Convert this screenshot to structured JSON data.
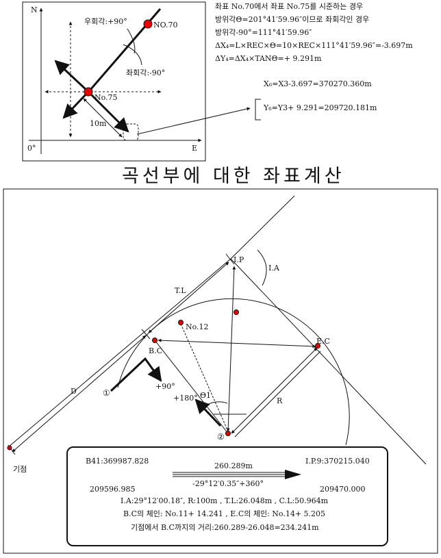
{
  "top_diagram": {
    "axis_n": "N",
    "axis_e": "E",
    "origin": "0°",
    "point_70": "NO.70",
    "point_75": "No.75",
    "right_turn": "우회각:+90°",
    "left_turn": "좌회각:-90°",
    "distance": "10m"
  },
  "top_notes": [
    "좌표 No.70에서 좌표 No.75를 시준하는 경우",
    "방위각Θ=201°41′59.96″이므로 좌회각인 경우",
    "방위각-90°=111°41′59.96″",
    "ΔX₄=L×REC×Θ=10×REC×111°41′59.96″=-3.697m",
    "ΔY₄=ΔX₄×TANΘ=+ 9.291m"
  ],
  "result_x": "X₆=X3-3.697=370270.360m",
  "result_y": "Y₆=Y3+ 9.291=209720.181m",
  "title": "곡선부에 대한 좌표계산",
  "curve_diagram": {
    "ip": "I.P",
    "ia": "I.A",
    "tl": "T.L",
    "bc": "B.C",
    "ec": "E.C",
    "no12": "No.12",
    "d": "D",
    "r": "R",
    "plus90": "+90°",
    "plus180": "+180°",
    "theta1": "Θ1",
    "c1": "①",
    "c2": "②",
    "origin": "기점"
  },
  "info": {
    "b41": "B41:369987.828",
    "ip9": "I.P.9:370215.040",
    "dist": "260.289m",
    "angle": "-29°12′0.35″+360°",
    "y_left": "209596.985",
    "y_right": "209470.000",
    "line1": "I.A:29°12′00.18″, R:100m , T.L:26.048m , C.L:50.964m",
    "line2": "B.C의 체인: No.11+ 14.241 , E.C의 체인: No.14+ 5.205",
    "line3": "기점에서 B.C까지의 거리:260.289-26.048=234.241m"
  }
}
